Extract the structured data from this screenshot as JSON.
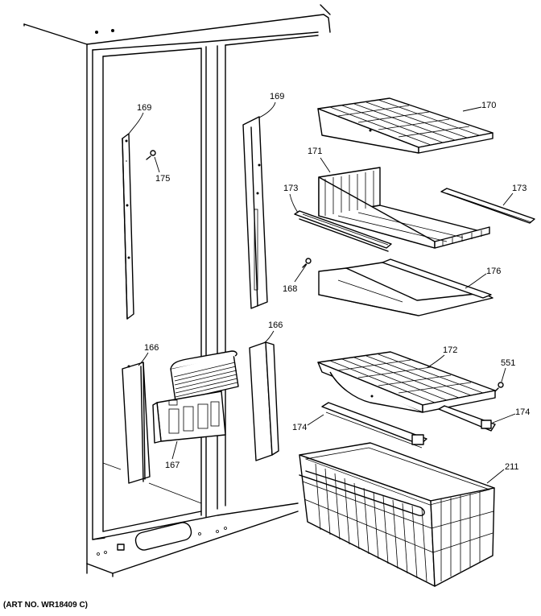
{
  "callouts": {
    "c169a": "169",
    "c175": "175",
    "c169b": "169",
    "c170": "170",
    "c171": "171",
    "c173a": "173",
    "c173b": "173",
    "c168": "168",
    "c176": "176",
    "c166a": "166",
    "c166b": "166",
    "c167": "167",
    "c172": "172",
    "c551": "551",
    "c174a": "174",
    "c174b": "174",
    "c211": "211"
  },
  "art_number": "(ART NO. WR18409 C)"
}
